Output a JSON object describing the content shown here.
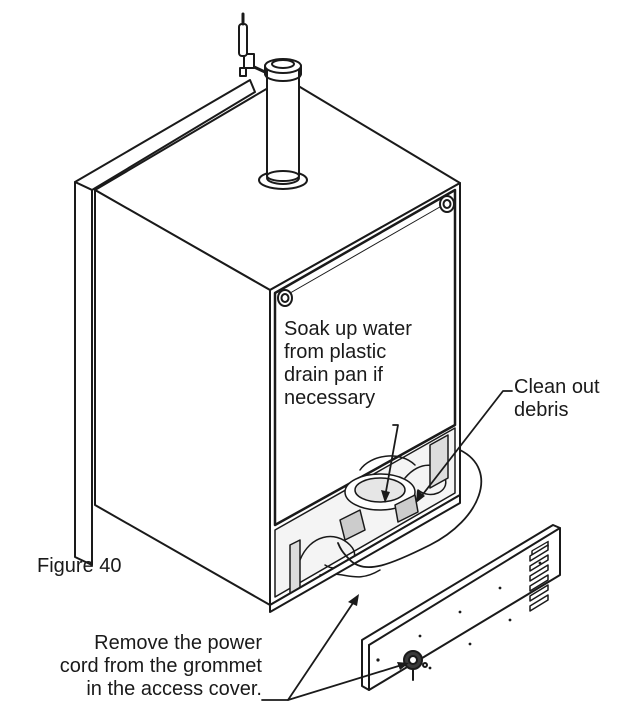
{
  "figure": {
    "caption": "Figure 40"
  },
  "callouts": {
    "drain_pan": {
      "lines": [
        "Soak up water",
        "from plastic",
        "drain pan if",
        "necessary"
      ]
    },
    "debris": {
      "lines": [
        "Clean out",
        "debris"
      ]
    },
    "power_cord": {
      "lines": [
        "Remove the power",
        "cord from the grommet",
        "in the access cover."
      ]
    }
  },
  "colors": {
    "line": "#1a1a1a",
    "fill": "#ffffff",
    "shade": "#e6e6e6",
    "dark": "#3a3a3a"
  }
}
